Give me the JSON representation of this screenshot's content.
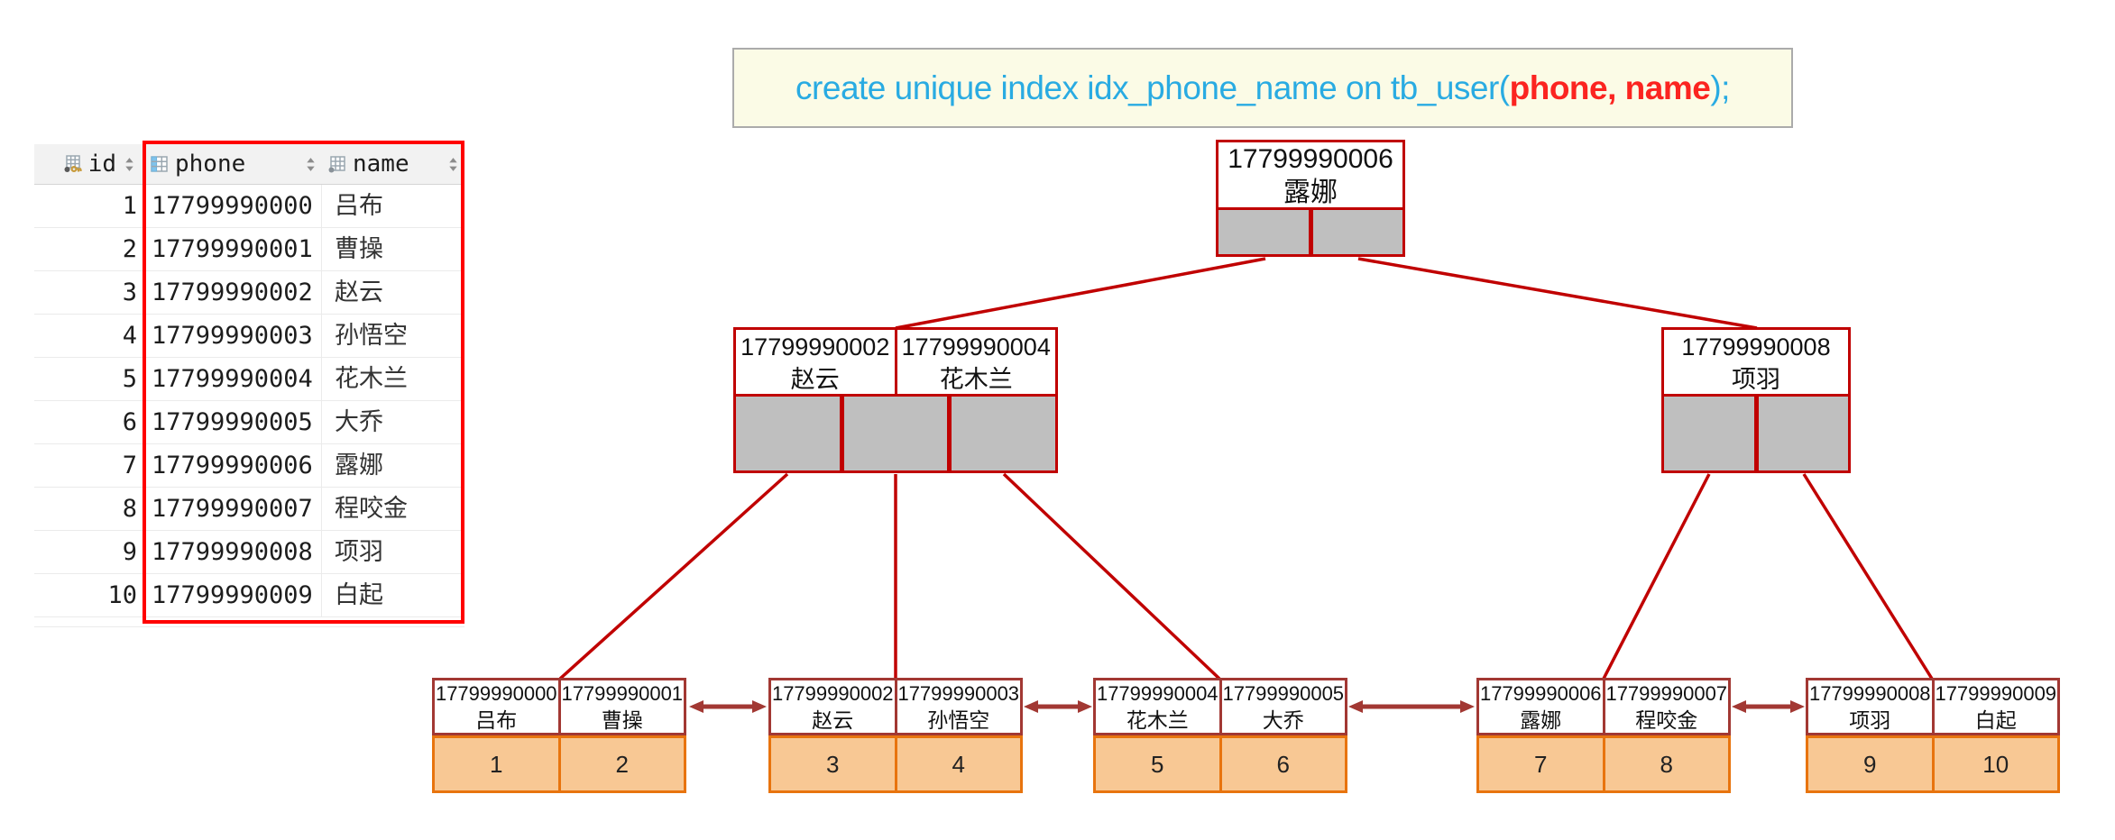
{
  "sql": {
    "seg_main": "create unique index idx_phone_name on tb_user(",
    "seg_columns": "phone, name",
    "seg_suffix": ");"
  },
  "table": {
    "headers": [
      {
        "label": "id"
      },
      {
        "label": "phone"
      },
      {
        "label": "name"
      }
    ],
    "rows": [
      {
        "id": "1",
        "phone": "17799990000",
        "name": "吕布"
      },
      {
        "id": "2",
        "phone": "17799990001",
        "name": "曹操"
      },
      {
        "id": "3",
        "phone": "17799990002",
        "name": "赵云"
      },
      {
        "id": "4",
        "phone": "17799990003",
        "name": "孙悟空"
      },
      {
        "id": "5",
        "phone": "17799990004",
        "name": "花木兰"
      },
      {
        "id": "6",
        "phone": "17799990005",
        "name": "大乔"
      },
      {
        "id": "7",
        "phone": "17799990006",
        "name": "露娜"
      },
      {
        "id": "8",
        "phone": "17799990007",
        "name": "程咬金"
      },
      {
        "id": "9",
        "phone": "17799990008",
        "name": "项羽"
      },
      {
        "id": "10",
        "phone": "17799990009",
        "name": "白起"
      }
    ]
  },
  "tree": {
    "root": {
      "phone": "17799990006",
      "name": "露娜"
    },
    "internal_left": {
      "key1": {
        "phone": "17799990002",
        "name": "赵云"
      },
      "key2": {
        "phone": "17799990004",
        "name": "花木兰"
      }
    },
    "internal_right": {
      "key1": {
        "phone": "17799990008",
        "name": "项羽"
      }
    },
    "leaves": [
      {
        "k1": {
          "phone": "17799990000",
          "name": "吕布",
          "id": "1"
        },
        "k2": {
          "phone": "17799990001",
          "name": "曹操",
          "id": "2"
        }
      },
      {
        "k1": {
          "phone": "17799990002",
          "name": "赵云",
          "id": "3"
        },
        "k2": {
          "phone": "17799990003",
          "name": "孙悟空",
          "id": "4"
        }
      },
      {
        "k1": {
          "phone": "17799990004",
          "name": "花木兰",
          "id": "5"
        },
        "k2": {
          "phone": "17799990005",
          "name": "大乔",
          "id": "6"
        }
      },
      {
        "k1": {
          "phone": "17799990006",
          "name": "露娜",
          "id": "7"
        },
        "k2": {
          "phone": "17799990007",
          "name": "程咬金",
          "id": "8"
        }
      },
      {
        "k1": {
          "phone": "17799990008",
          "name": "项羽",
          "id": "9"
        },
        "k2": {
          "phone": "17799990009",
          "name": "白起",
          "id": "10"
        }
      }
    ]
  },
  "colors": {
    "tree_edge_red": "#C00000",
    "leaf_border_red": "#A23833",
    "orange_border": "#E8740E",
    "orange_fill": "#F8C894",
    "pointer_gray": "#BFBFBF",
    "highlight_red": "#FF0000",
    "sql_cyan": "#29ABE2",
    "sql_red": "#FB2420",
    "sql_bg": "#FBFBE6"
  }
}
